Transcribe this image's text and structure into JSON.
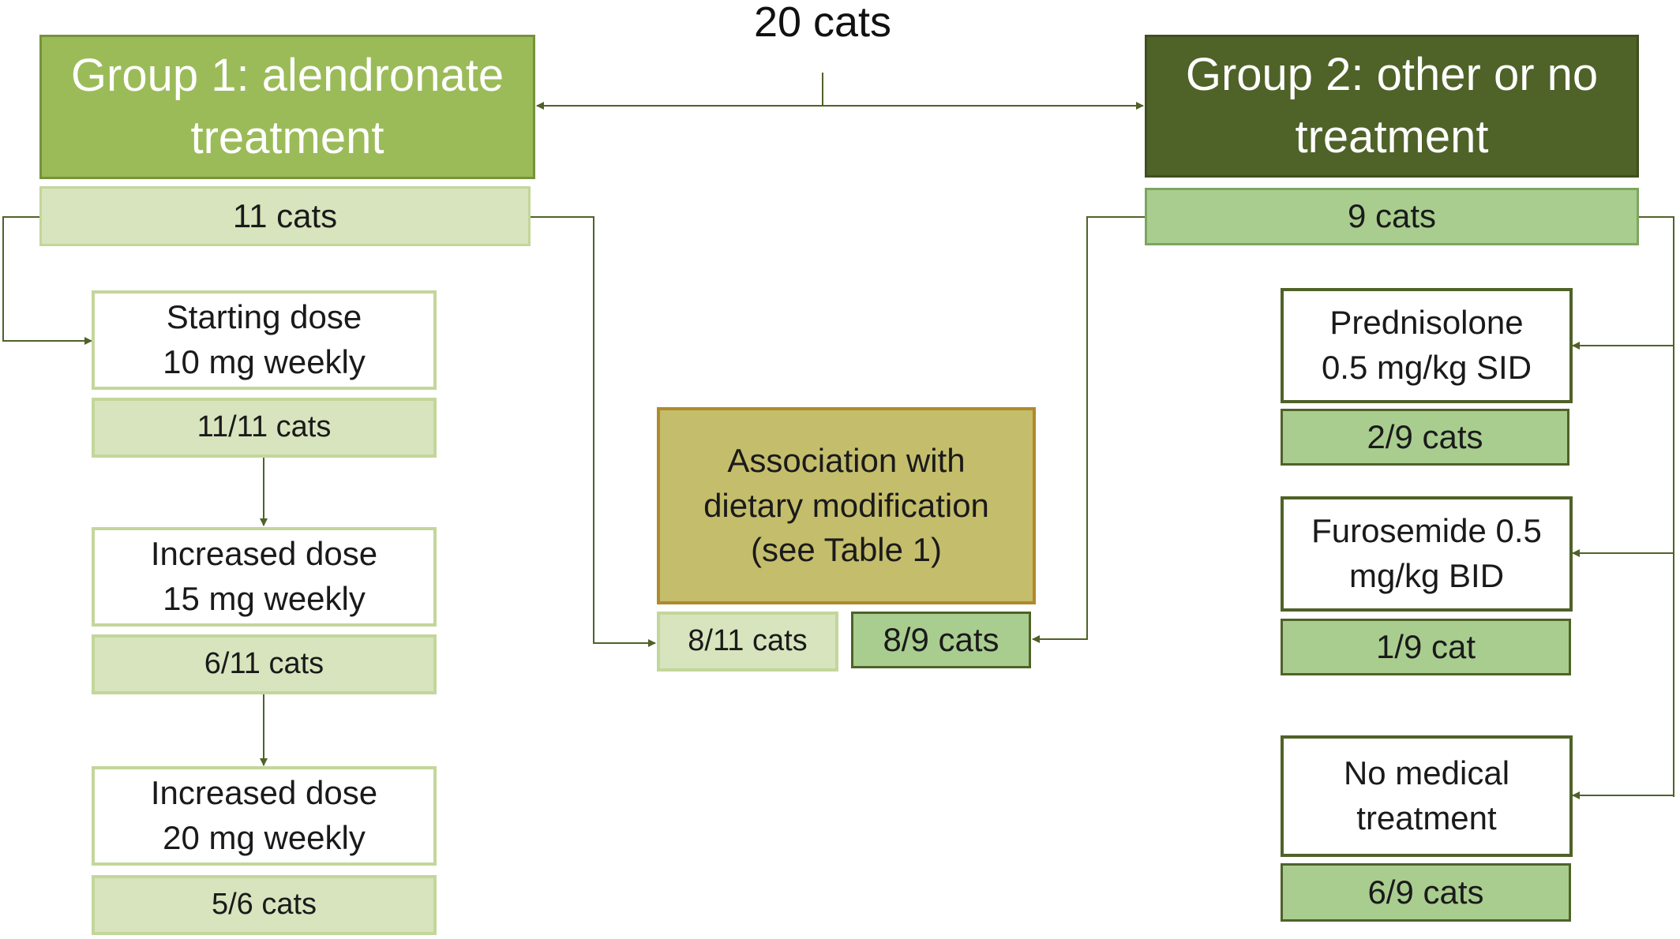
{
  "title": "20 cats",
  "group1": {
    "heading": "Group 1: alendronate\ntreatment",
    "count": "11 cats",
    "steps": [
      {
        "label": "Starting dose\n10 mg weekly",
        "count": "11/11 cats"
      },
      {
        "label": "Increased dose\n15 mg weekly",
        "count": "6/11 cats"
      },
      {
        "label": "Increased dose\n20 mg weekly",
        "count": "5/6 cats"
      }
    ]
  },
  "group2": {
    "heading": "Group 2: other or no\ntreatment",
    "count": "9 cats",
    "treatments": [
      {
        "label": "Prednisolone\n0.5 mg/kg SID",
        "count": "2/9 cats"
      },
      {
        "label": "Furosemide 0.5\nmg/kg BID",
        "count": "1/9 cat"
      },
      {
        "label": "No medical\ntreatment",
        "count": "6/9 cats"
      }
    ]
  },
  "association": {
    "label": "Association with\ndietary modification\n(see Table 1)",
    "group1_count": "8/11 cats",
    "group2_count": "8/9 cats"
  },
  "colors": {
    "group1_heading": "#9bbb59",
    "group2_heading": "#4f6228",
    "group1_light": "#d7e4bd",
    "group2_light": "#a9cd8f",
    "association": "#c4bd6c",
    "connector": "#4f6228"
  }
}
